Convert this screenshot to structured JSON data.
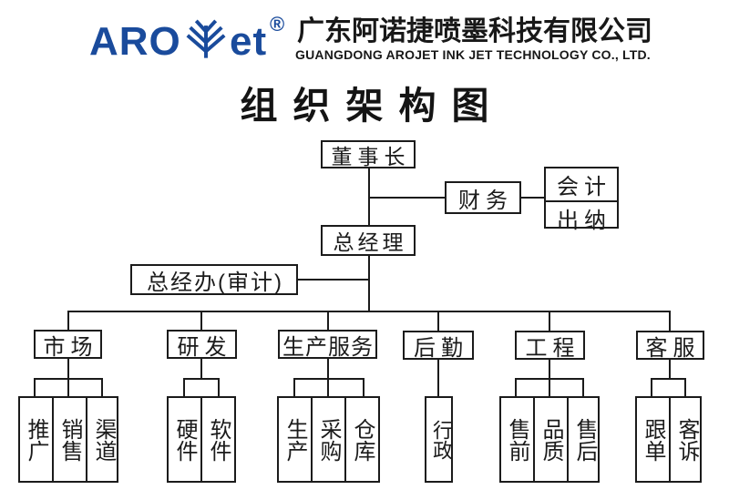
{
  "header": {
    "logo": {
      "text_aro": "ARO",
      "text_et": "et",
      "registered_mark": "®",
      "color": "#1a4b9c",
      "icon": "arojet-spray-leaf-icon"
    },
    "company_name_zh": "广东阿诺捷喷墨科技有限公司",
    "company_name_en": "GUANGDONG AROJET INK JET TECHNOLOGY CO., LTD."
  },
  "title": "组织架构图",
  "org": {
    "chairman": "董事长",
    "finance": "财务",
    "finance_children": [
      "会计",
      "出纳"
    ],
    "general_manager": "总经理",
    "gm_office": "总经办(审计)",
    "departments": [
      {
        "label": "市场",
        "children": [
          "推广",
          "销售",
          "渠道"
        ]
      },
      {
        "label": "研发",
        "children": [
          "硬件",
          "软件"
        ]
      },
      {
        "label": "生产服务",
        "children": [
          "生产",
          "采购",
          "仓库"
        ]
      },
      {
        "label": "后勤",
        "children": [
          "行政"
        ]
      },
      {
        "label": "工程",
        "children": [
          "售前",
          "品质",
          "售后"
        ]
      },
      {
        "label": "客服",
        "children": [
          "跟单",
          "客诉"
        ]
      }
    ]
  },
  "colors": {
    "line": "#1b1b1b",
    "logo_blue": "#1a4b9c",
    "background": "#ffffff"
  }
}
